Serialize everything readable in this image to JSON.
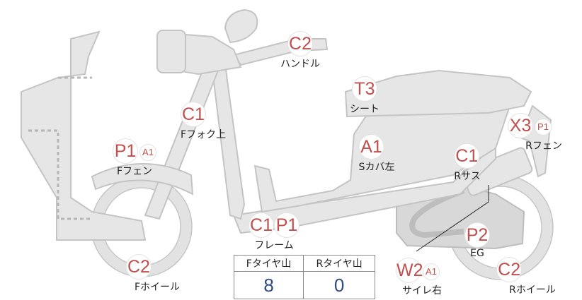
{
  "parts": [
    {
      "id": "handle",
      "codes": [
        "C2"
      ],
      "label": "ハンドル"
    },
    {
      "id": "seat",
      "codes": [
        "T3"
      ],
      "label": "シート"
    },
    {
      "id": "front-fork-upper",
      "codes": [
        "C1"
      ],
      "label": "Fフォク上"
    },
    {
      "id": "rear-fender",
      "codes": [
        "X3",
        "P1"
      ],
      "label": "Rフェン"
    },
    {
      "id": "front-fender",
      "codes": [
        "P1",
        "A1"
      ],
      "label": "Fフェン"
    },
    {
      "id": "side-cover-left",
      "codes": [
        "A1"
      ],
      "label": "Sカバ左"
    },
    {
      "id": "rear-suspension",
      "codes": [
        "C1"
      ],
      "label": "Rサス"
    },
    {
      "id": "frame",
      "codes": [
        "C1",
        "P1"
      ],
      "label": "フレーム"
    },
    {
      "id": "engine",
      "codes": [
        "P2"
      ],
      "label": "EG"
    },
    {
      "id": "muffler-right",
      "codes": [
        "W2",
        "A1"
      ],
      "label": "サイレ右"
    },
    {
      "id": "front-wheel",
      "codes": [
        "C2"
      ],
      "label": "Fホイール"
    },
    {
      "id": "rear-wheel",
      "codes": [
        "C2"
      ],
      "label": "Rホイール"
    }
  ],
  "tire_table": {
    "front_header": "Fタイヤ山",
    "rear_header": "Rタイヤ山",
    "front_value": "8",
    "rear_value": "0"
  }
}
